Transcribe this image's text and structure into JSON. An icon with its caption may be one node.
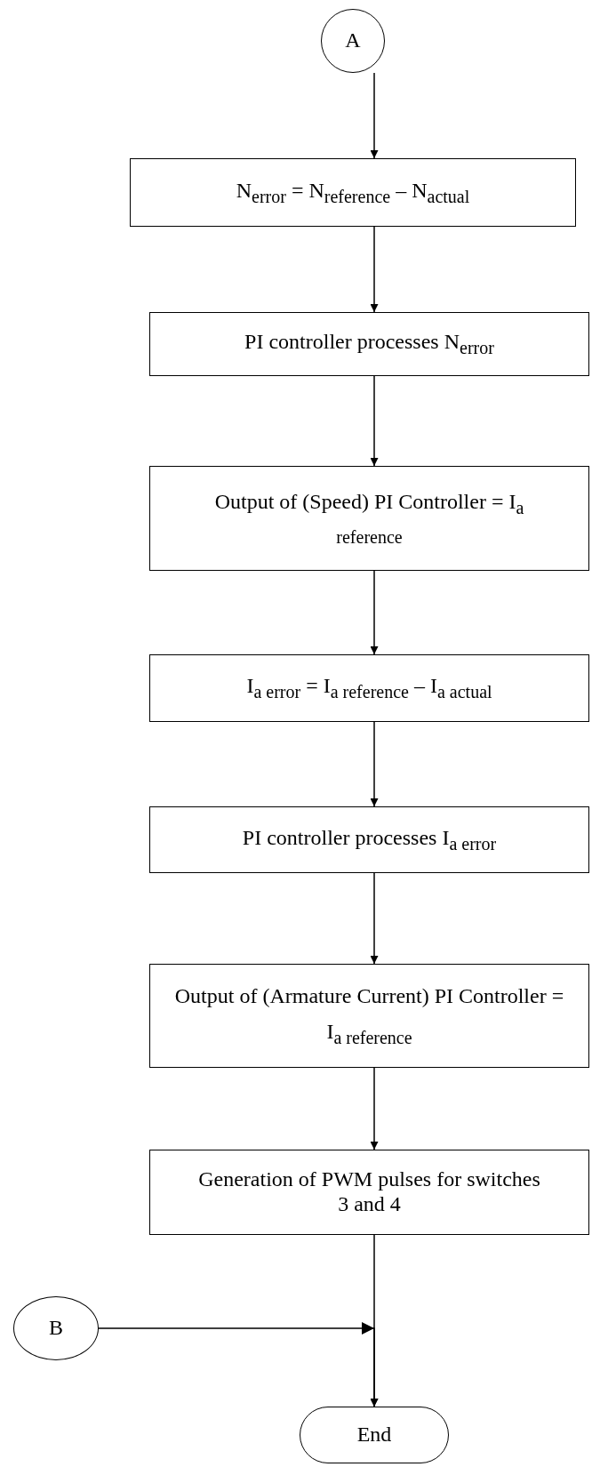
{
  "diagram": {
    "nodes": [
      {
        "text": [
          "A"
        ]
      },
      {
        "text": [
          "N$_{error}$ = N$_{reference}$ – N$_{actual}$"
        ]
      },
      {
        "text": [
          "PI controller processes N$_{error}$"
        ]
      },
      {
        "text": [
          "Output of (Speed) PI Controller = I$_{a reference}$"
        ]
      },
      {
        "text": [
          "I$_{a error}$ = I$_{a reference}$ – I$_{a actual}$"
        ]
      },
      {
        "text": [
          "PI controller processes I$_{a error}$"
        ]
      },
      {
        "text": [
          "Output of (Armature Current) PI Controller = I$_{a reference}$"
        ]
      },
      {
        "text": [
          "Generation of PWM pulses for switches 3 and 4"
        ]
      },
      {
        "text": [
          "B"
        ]
      },
      {
        "text": [
          "End"
        ]
      }
    ],
    "edges": [
      {
        "from": 0,
        "to": 1,
        "arrow": "to"
      },
      {
        "from": 1,
        "to": 2,
        "arrow": "to"
      },
      {
        "from": 2,
        "to": 3,
        "arrow": "to"
      },
      {
        "from": 3,
        "to": 4,
        "arrow": "to"
      },
      {
        "from": 4,
        "to": 5,
        "arrow": "to"
      },
      {
        "from": 5,
        "to": 6,
        "arrow": "to"
      },
      {
        "from": 6,
        "to": 7,
        "arrow": "to"
      },
      {
        "from": 7,
        "to": 9,
        "arrow": "to"
      },
      {
        "from": 8,
        "to": 9,
        "arrow": "to"
      }
    ]
  }
}
